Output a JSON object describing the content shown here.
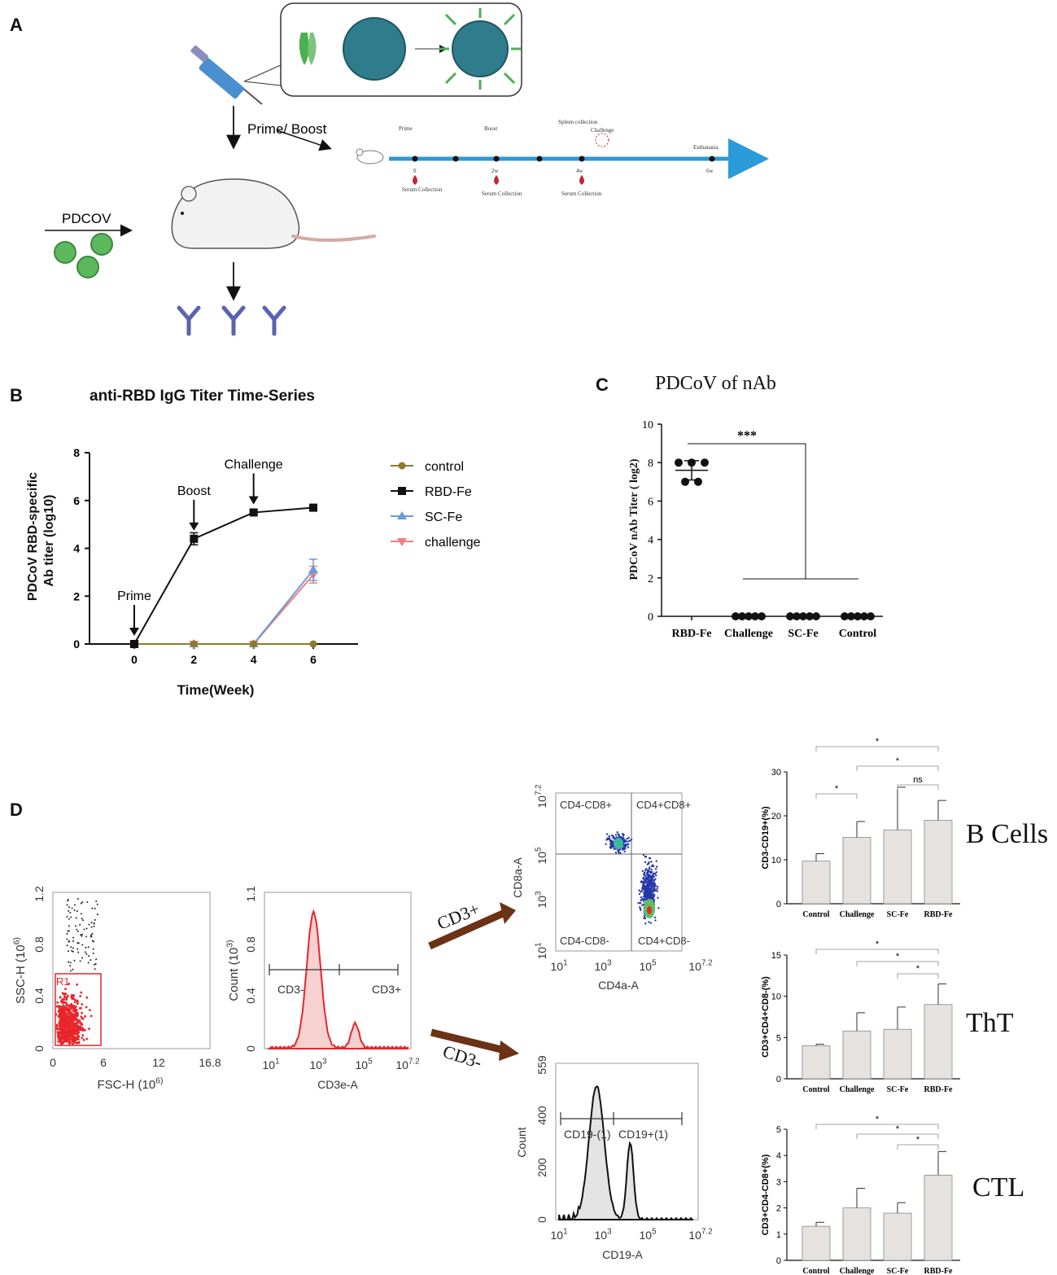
{
  "panel_labels": {
    "a": "A",
    "b": "B",
    "c": "C",
    "d": "D"
  },
  "panel_a": {
    "prime_boost_label": "Prime/ Boost",
    "pdcov_label": "PDCOV",
    "timeline": {
      "prime": "Prime",
      "boost": "Boost",
      "spleen": "Spleen collection",
      "challenge": "Challenge",
      "euthanasia": "Euthanasia",
      "t0": "0",
      "t2": "2w",
      "t4": "4w",
      "t6": "6w",
      "serum": "Serum Collection"
    }
  },
  "chart_data": [
    {
      "id": "B",
      "type": "line",
      "title": "anti-RBD IgG Titer Time-Series",
      "xlabel": "Time(Week)",
      "ylabel_line1": "PDCoV RBD-specific",
      "ylabel_line2": "Ab titer (log10)",
      "x": [
        0,
        2,
        4,
        6
      ],
      "xticks": [
        "0",
        "2",
        "4",
        "6"
      ],
      "yticks": [
        "0",
        "2",
        "4",
        "6",
        "8"
      ],
      "ylim": [
        0,
        8
      ],
      "legend_position": "right",
      "annotations": [
        "Prime",
        "Boost",
        "Challenge"
      ],
      "series": [
        {
          "name": "control",
          "color": "#8c7b2c",
          "marker": "circle",
          "values": [
            0,
            0,
            0,
            0
          ],
          "err": [
            0,
            0,
            0,
            0
          ]
        },
        {
          "name": "RBD-Fe",
          "color": "#111111",
          "marker": "square",
          "values": [
            0,
            4.4,
            5.5,
            5.7
          ],
          "err": [
            0,
            0.25,
            0.05,
            0.05
          ]
        },
        {
          "name": "SC-Fe",
          "color": "#6a9ad8",
          "marker": "triangle",
          "values": [
            0,
            0,
            0,
            3.1
          ],
          "err": [
            0,
            0,
            0,
            0.45
          ]
        },
        {
          "name": "challenge",
          "color": "#f08080",
          "marker": "triangle-down",
          "values": [
            0,
            0,
            0,
            2.9
          ],
          "err": [
            0,
            0,
            0,
            0.35
          ]
        }
      ]
    },
    {
      "id": "C",
      "type": "scatter",
      "title": "PDCoV of nAb",
      "ylabel": "PDCoV nAb Titer ( log2)",
      "categories": [
        "RBD-Fe",
        "Challenge",
        "SC-Fe",
        "Control"
      ],
      "yticks": [
        "0",
        "2",
        "4",
        "6",
        "8",
        "10"
      ],
      "ylim": [
        0,
        10
      ],
      "points": [
        [
          8,
          8,
          8,
          7,
          7
        ],
        [
          0,
          0,
          0,
          0,
          0
        ],
        [
          0,
          0,
          0,
          0,
          0
        ],
        [
          0,
          0,
          0,
          0,
          0
        ]
      ],
      "mean": [
        7.6,
        0,
        0,
        0
      ],
      "sem": [
        0.25,
        0,
        0,
        0
      ],
      "significance": "***"
    },
    {
      "id": "D1",
      "type": "bar",
      "ylabel": "CD3-CD19+(%)",
      "side_label": "B Cells",
      "categories": [
        "Control",
        "Challenge",
        "SC-Fe",
        "RBD-Fe"
      ],
      "values": [
        9.7,
        15.1,
        16.8,
        19
      ],
      "err": [
        1.7,
        3.6,
        9.7,
        4.5
      ],
      "yticks": [
        "0",
        "10",
        "20",
        "30"
      ],
      "ylim": [
        0,
        30
      ],
      "significance": [
        "*",
        "*",
        "ns",
        "*"
      ]
    },
    {
      "id": "D2",
      "type": "bar",
      "ylabel": "CD3+CD4+CD8-(%)",
      "side_label": "ThT",
      "categories": [
        "Control",
        "Challenge",
        "SC-Fe",
        "RBD-Fe"
      ],
      "values": [
        4,
        5.8,
        6,
        9
      ],
      "err": [
        0.2,
        2.2,
        2.7,
        2.5
      ],
      "yticks": [
        "0",
        "5",
        "10",
        "15"
      ],
      "ylim": [
        0,
        15
      ],
      "significance": [
        "*",
        "*",
        "*"
      ]
    },
    {
      "id": "D3",
      "type": "bar",
      "ylabel": "CD3+CD4-CD8+(%)",
      "side_label": "CTL",
      "categories": [
        "Control",
        "Challenge",
        "SC-Fe",
        "RBD-Fe"
      ],
      "values": [
        1.3,
        2,
        1.8,
        3.25
      ],
      "err": [
        0.15,
        0.75,
        0.4,
        0.9
      ],
      "yticks": [
        "0",
        "1",
        "2",
        "3",
        "4",
        "5"
      ],
      "ylim": [
        0,
        5
      ],
      "significance": [
        "*",
        "*",
        "*"
      ]
    }
  ],
  "flow": {
    "fsc": {
      "xlabel": "FSC-H (10^6)",
      "ylabel": "SSC-H (10^6)",
      "xticks": [
        "0",
        "6",
        "12",
        "16.8"
      ],
      "yticks": [
        "0",
        "0.4",
        "0.8",
        "1.2"
      ],
      "gate": "R1"
    },
    "cd3hist": {
      "xlabel": "CD3e-A",
      "ylabel": "Count (10^3)",
      "xticks": [
        "10^1",
        "10^3",
        "10^5",
        "10^7.2"
      ],
      "yticks": [
        "0",
        "0.4",
        "0.8",
        "1.1"
      ],
      "gate_neg": "CD3-",
      "gate_pos": "CD3+"
    },
    "arrow_pos": "CD3+",
    "arrow_neg": "CD3-",
    "quad": {
      "xlabel": "CD4a-A",
      "ylabel": "CD8a-A",
      "xticks": [
        "10^1",
        "10^3",
        "10^5",
        "10^7.2"
      ],
      "yticks": [
        "10^1",
        "10^3",
        "10^5",
        "10^7.2"
      ],
      "q_ul": "CD4-CD8+",
      "q_ur": "CD4+CD8+",
      "q_ll": "CD4-CD8-",
      "q_lr": "CD4+CD8-"
    },
    "cd19hist": {
      "xlabel": "CD19-A",
      "ylabel": "Count",
      "xticks": [
        "10^1",
        "10^3",
        "10^5",
        "10^7.2"
      ],
      "yticks": [
        "0",
        "200",
        "400",
        "559"
      ],
      "gate_neg": "CD19-(1)",
      "gate_pos": "CD19+(1)"
    }
  }
}
